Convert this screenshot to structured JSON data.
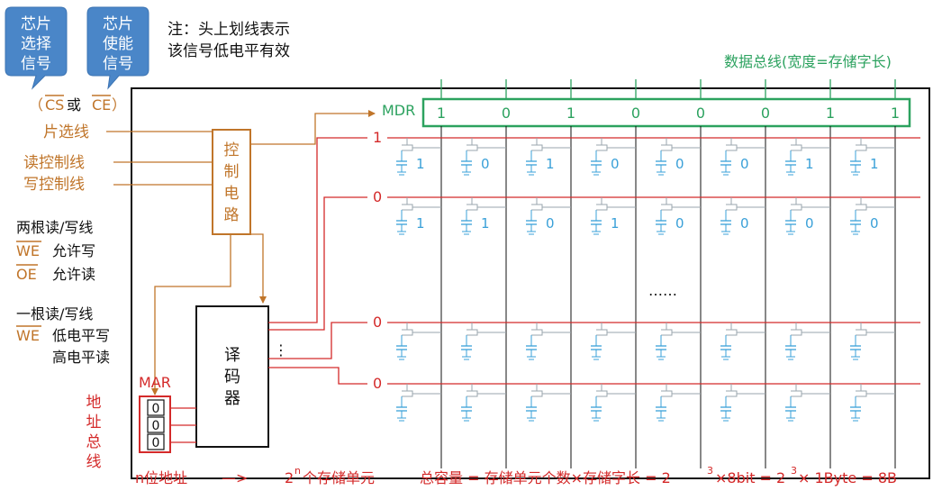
{
  "colors": {
    "blue_callout": "#4a86c8",
    "orange": "#c0752a",
    "red": "#d42a2a",
    "green": "#2ca25f",
    "cell_blue": "#3aa0d8",
    "cell_gray": "#9aa6ad",
    "black": "#111111"
  },
  "callouts": {
    "chip_select": "芯片选择信号",
    "chip_enable": "芯片使能信号"
  },
  "note": {
    "line1": "注：头上划线表示",
    "line2": "该信号低电平有效"
  },
  "cs_ce": {
    "open": "（",
    "cs": "CS",
    "or": " 或 ",
    "ce": "CE",
    "close": "）"
  },
  "signals": {
    "chip_select_line": "片选线",
    "read_control": "读控制线",
    "write_control": "写控制线"
  },
  "rw_two": {
    "title": "两根读/写线",
    "we": "WE",
    "we_desc": "允许写",
    "oe": "OE",
    "oe_desc": "允许读"
  },
  "rw_one": {
    "title": "一根读/写线",
    "we": "WE",
    "low_desc": "低电平写",
    "high_desc": "高电平读"
  },
  "control_circuit": "控制电路",
  "decoder": "译码器",
  "mar": {
    "label": "MAR",
    "bits": [
      "0",
      "0",
      "0"
    ]
  },
  "address_line": "地址总线",
  "mdr": {
    "label": "MDR",
    "bits": [
      "1",
      "0",
      "1",
      "0",
      "0",
      "0",
      "1",
      "1"
    ]
  },
  "data_bus_label": "数据总线(宽度=存储字长)",
  "word_lines": [
    {
      "value": "1",
      "cells": [
        "1",
        "0",
        "1",
        "0",
        "0",
        "0",
        "1",
        "1"
      ]
    },
    {
      "value": "0",
      "cells": [
        "1",
        "1",
        "0",
        "1",
        "0",
        "0",
        "0",
        "0"
      ]
    },
    {
      "value": "0",
      "cells": [
        "",
        "",
        "",
        "",
        "",
        "",
        "",
        ""
      ]
    },
    {
      "value": "0",
      "cells": [
        "",
        "",
        "",
        "",
        "",
        "",
        "",
        ""
      ]
    }
  ],
  "ellipsis_rows": "……",
  "ellipsis_decoder": "⋮",
  "bottom": {
    "n_addr": "n位地址",
    "arrow": "—>",
    "two": "2",
    "n_sup": "n",
    "units": " 个存储单元",
    "formula_a": "总容量 = 存储单元个数×存储字长 = 2",
    "sup3a": "3",
    "formula_b": "×8bit = 2",
    "sup3b": "3",
    "formula_c": " × 1Byte = 8B"
  }
}
